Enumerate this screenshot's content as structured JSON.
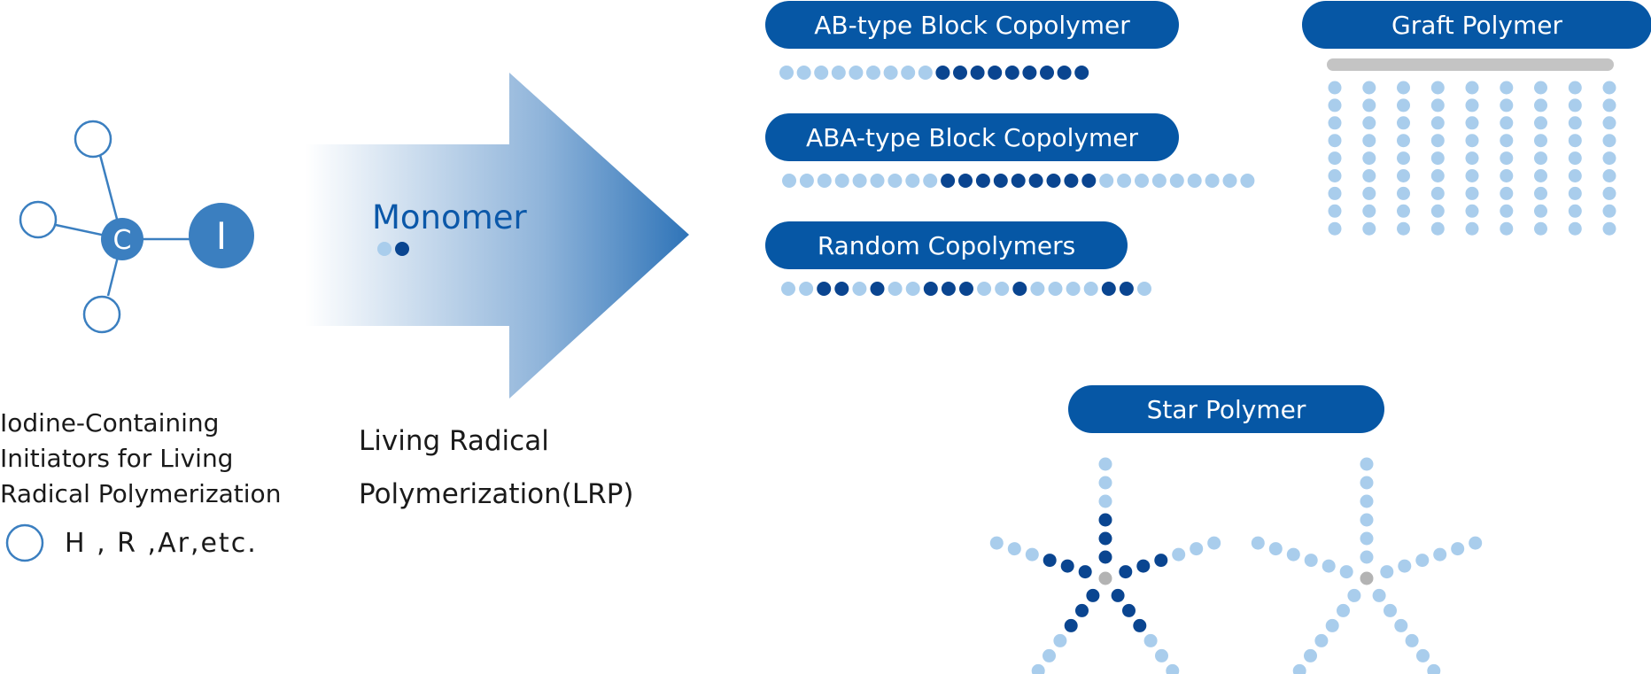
{
  "colors": {
    "light_bead": "#a9cdec",
    "dark_bead": "#0a4590",
    "core_bead": "#b3b3b3",
    "backbone": "#c4c4c4",
    "accent_blue": "#3b7fc0",
    "pill": "#0657a5",
    "monomer_text": "#0b58a9"
  },
  "initiator": {
    "center_atom": "C",
    "halogen_atom": "I",
    "caption_lines": [
      "Iodine-Containing",
      "Initiators for Living",
      "Radical Polymerization"
    ],
    "legend_text": "H , R ,Ar,etc."
  },
  "arrow": {
    "monomer_label": "Monomer",
    "process_lines": [
      "Living Radical",
      "Polymerization(LRP)"
    ]
  },
  "polymers": {
    "ab_block": {
      "label": "AB-type Block Copolymer",
      "sequence": "LLLLLLLLLDDDDDDDDD"
    },
    "aba_block": {
      "label": "ABA-type Block Copolymer",
      "sequence": "LLLLLLLLLDDDDDDDDDLLLLLLLLL"
    },
    "random": {
      "label": "Random Copolymers",
      "sequence": "LLDDLDLLDDDLLDLLLLDDL"
    },
    "graft": {
      "label": "Graft Polymer",
      "branch_count": 9,
      "beads_per_branch": 9
    },
    "star": {
      "label": "Star Polymer",
      "arm_count": 5,
      "beads_per_arm": 6,
      "block_star_arm_sequence": "DDDLLL",
      "homopolymer_star_arm_sequence": "LLLLLL"
    }
  }
}
